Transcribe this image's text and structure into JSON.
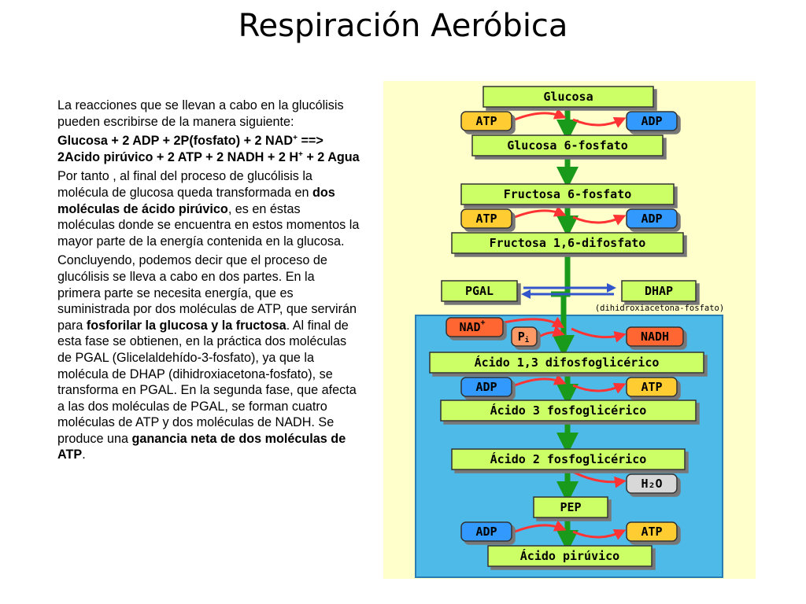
{
  "title": "Respiración Aeróbica",
  "text": {
    "p1": "La reacciones que se llevan a cabo en la glucólisis pueden escribirse de la manera siguiente:",
    "p2": {
      "part1": "Glucosa + 2 ADP + 2P(fosfato) + 2 NAD",
      "sup1": "+",
      "part2": " ==> 2Acido pirúvico + 2 ATP + 2 NADH + 2 H",
      "sup2": "+",
      "part3": " + 2 Agua"
    },
    "p3": {
      "a": "Por tanto , al final del proceso de glucólisis la molécula de glucosa queda transformada en ",
      "b": "dos moléculas de ácido pirúvico",
      "c": ", es en éstas moléculas donde se encuentra en estos momentos la mayor parte de la energía contenida en la glucosa."
    },
    "p4": {
      "a": "Concluyendo, podemos decir que el proceso de glucólisis se lleva a cabo en dos partes. En la primera parte se necesita energía, que es suministrada por dos moléculas de ATP, que servirán para ",
      "b": "fosforilar la glucosa y la fructosa",
      "c": ". Al final de esta fase se obtienen, en la práctica dos moléculas de PGAL (Glicelaldehído-3-fosfato), ya que la molécula de DHAP (dihidroxiacetona-fosfato), se transforma en PGAL. En la segunda fase, que afecta a las dos moléculas de PGAL, se forman cuatro moléculas de ATP y dos moléculas de NADH. Se produce una ",
      "d": "ganancia neta de dos moléculas de ATP",
      "e": "."
    }
  },
  "diagram": {
    "colors": {
      "compound": "#ccff66",
      "cofactor_in": "#ffcc33",
      "cofactor_out": "#3399ff",
      "nad": "#ff6633",
      "water": "#d8d8d8",
      "pi": "#ff9966",
      "arrow": "#1a9a1a",
      "curve": "#ff3333",
      "double_arrow": "#3355cc",
      "panel_bg": "#ffffcc",
      "blue_panel": "#4ebae8"
    },
    "labels": {
      "glucosa": "Glucosa",
      "atp1": "ATP",
      "adp1": "ADP",
      "g6p": "Glucosa 6-fosfato",
      "f6p": "Fructosa 6-fosfato",
      "atp2": "ATP",
      "adp2": "ADP",
      "f16": "Fructosa 1,6-difosfato",
      "pgal": "PGAL",
      "dhap": "DHAP",
      "dhap_sub": "(dihidroxiacetona-fosfato)",
      "nad": "NAD",
      "nad_sup": "+",
      "pi": "P",
      "pi_sub": "i",
      "nadh": "NADH",
      "a13": "Ácido 1,3 difosfoglicérico",
      "adp3": "ADP",
      "atp3": "ATP",
      "a3": "Ácido 3 fosfoglicérico",
      "a2": "Ácido 2 fosfoglicérico",
      "h2o": "H₂O",
      "pep": "PEP",
      "adp4": "ADP",
      "atp4": "ATP",
      "piruvico": "Ácido pirúvico"
    }
  }
}
